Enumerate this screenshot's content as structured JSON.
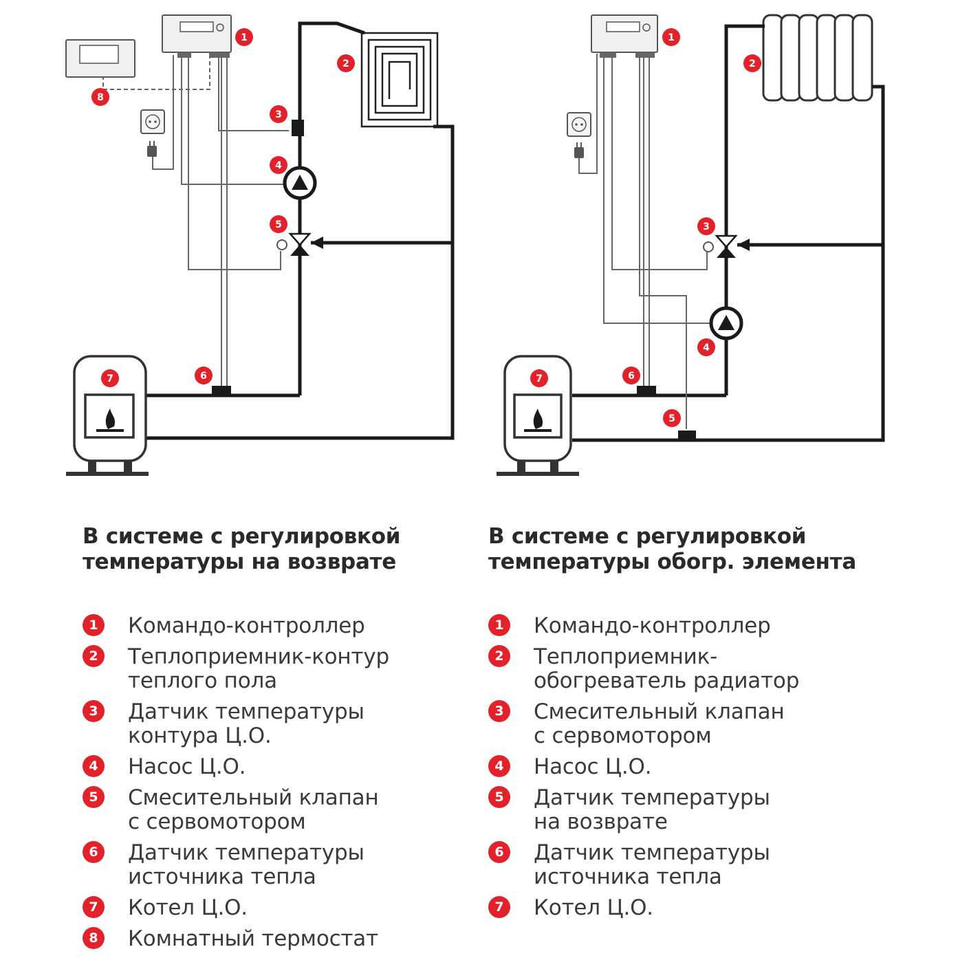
{
  "schemes": [
    {
      "id": "return-temperature",
      "title_lines": [
        "В системе с регулировкой",
        "температуры на возврате"
      ],
      "markers": [
        "1",
        "2",
        "3",
        "4",
        "5",
        "6",
        "7",
        "8"
      ],
      "legend": [
        {
          "num": "1",
          "lines": [
            "Командо-контроллер"
          ]
        },
        {
          "num": "2",
          "lines": [
            "Теплоприемник-контур",
            "теплого пола"
          ]
        },
        {
          "num": "3",
          "lines": [
            "Датчик температуры",
            "контура Ц.О."
          ]
        },
        {
          "num": "4",
          "lines": [
            "Насос Ц.О."
          ]
        },
        {
          "num": "5",
          "lines": [
            "Смесительный клапан",
            "с сервомотором"
          ]
        },
        {
          "num": "6",
          "lines": [
            "Датчик температуры",
            "источника тепла"
          ]
        },
        {
          "num": "7",
          "lines": [
            "Котел Ц.О."
          ]
        },
        {
          "num": "8",
          "lines": [
            "Комнатный термостат"
          ]
        }
      ]
    },
    {
      "id": "heating-element-temperature",
      "title_lines": [
        "В системе с регулировкой",
        "температуры обогр. элемента"
      ],
      "markers": [
        "1",
        "2",
        "3",
        "4",
        "5",
        "6",
        "7"
      ],
      "legend": [
        {
          "num": "1",
          "lines": [
            "Командо-контроллер"
          ]
        },
        {
          "num": "2",
          "lines": [
            "Теплоприемник-",
            "обогреватель радиатор"
          ]
        },
        {
          "num": "3",
          "lines": [
            "Смесительный клапан",
            "с сервомотором"
          ]
        },
        {
          "num": "4",
          "lines": [
            "Насос Ц.О."
          ]
        },
        {
          "num": "5",
          "lines": [
            "Датчик температуры",
            "на возврате"
          ]
        },
        {
          "num": "6",
          "lines": [
            "Датчик температуры",
            "источника тепла"
          ]
        },
        {
          "num": "7",
          "lines": [
            "Котел Ц.О."
          ]
        }
      ]
    }
  ],
  "colors": {
    "accent": "#e3212b",
    "pipe": "#1a1a1a",
    "wire": "#555555",
    "device_fill": "#f0f0f0",
    "text": "#3a3a3a"
  }
}
